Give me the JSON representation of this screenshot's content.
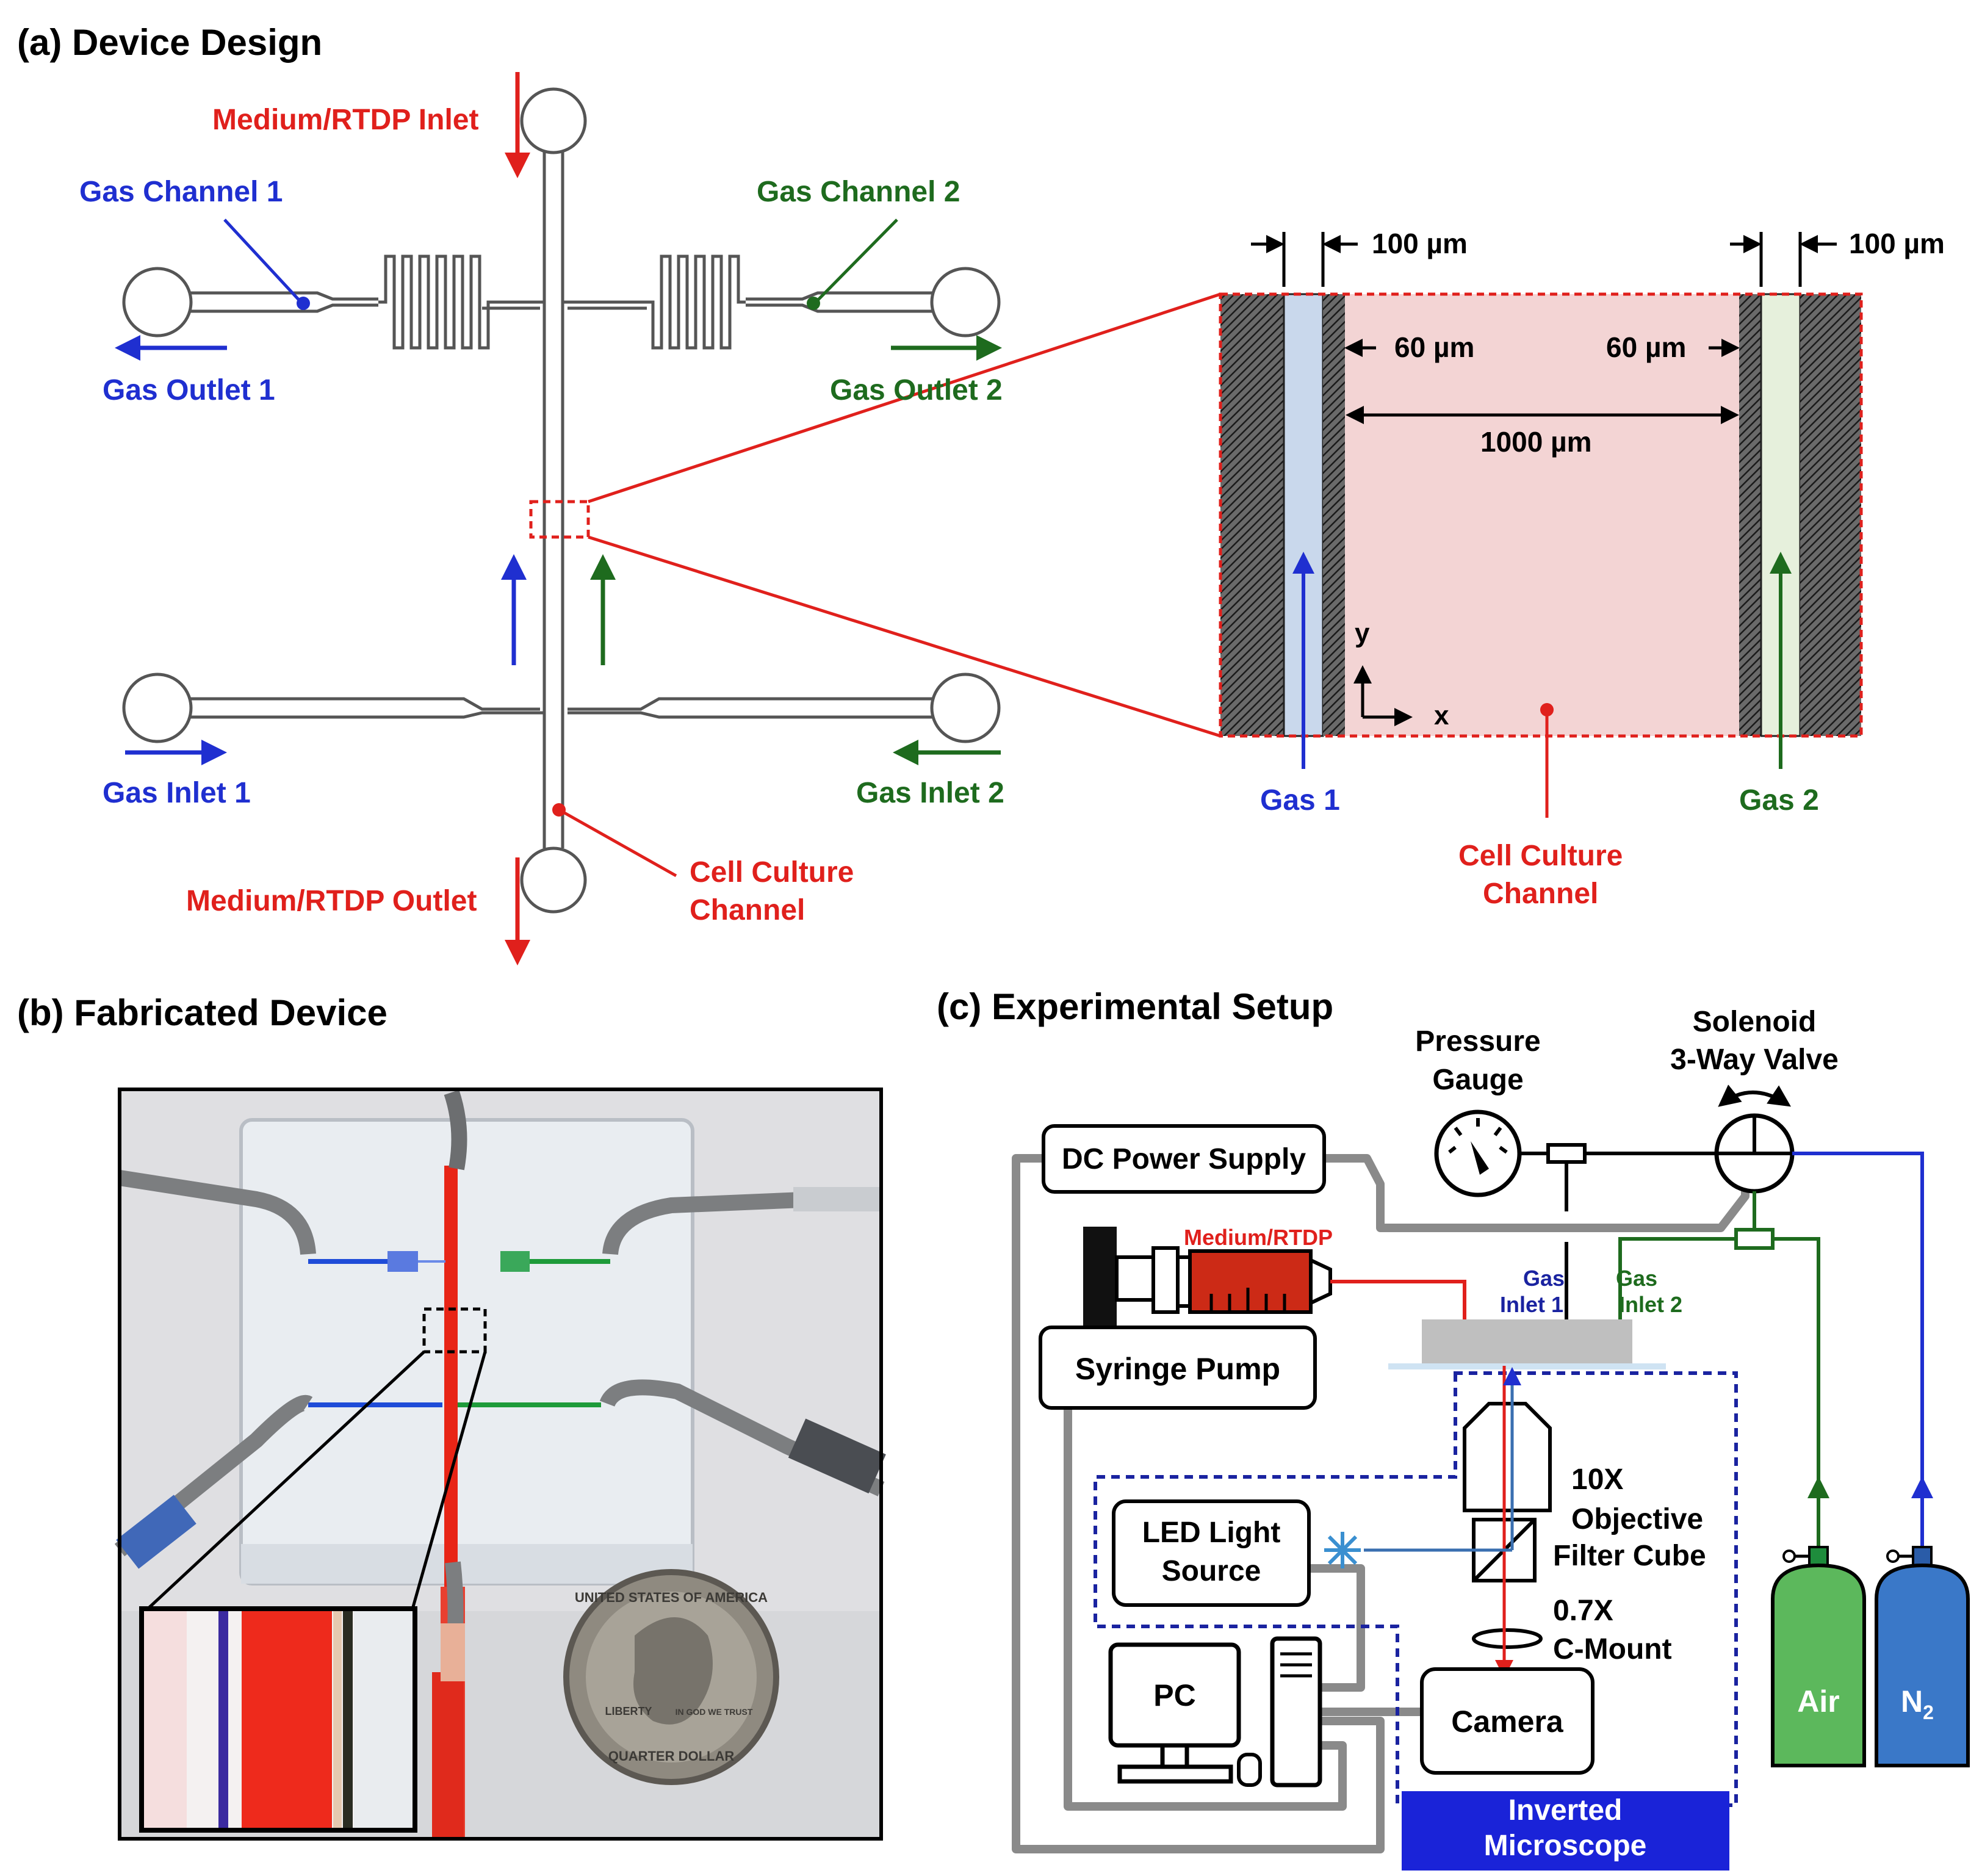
{
  "colors": {
    "red": "#e0201c",
    "blue": "#1f2fd0",
    "green": "#1e6b1e",
    "gray": "#8a8a8a",
    "culture_fill": "#f3d4d4",
    "gas1_fill": "#c9d8ec",
    "gas2_fill": "#e6f0dc",
    "microscope_banner": "#1a23d8"
  },
  "panel_a": {
    "title": "(a) Device Design",
    "labels": {
      "medium_inlet": "Medium/RTDP Inlet",
      "medium_outlet": "Medium/RTDP Outlet",
      "gas_channel_1": "Gas Channel 1",
      "gas_channel_2": "Gas Channel 2",
      "gas_outlet_1": "Gas Outlet 1",
      "gas_outlet_2": "Gas Outlet 2",
      "gas_inlet_1": "Gas Inlet 1",
      "gas_inlet_2": "Gas Inlet 2",
      "cell_culture_1": "Cell Culture",
      "cell_culture_2": "Channel"
    },
    "zoom": {
      "dim_left": "100 µm",
      "dim_right": "100 µm",
      "gap_left": "60 µm",
      "gap_right": "60 µm",
      "width": "1000 µm",
      "axis_y": "y",
      "axis_x": "x",
      "gas1": "Gas 1",
      "gas2": "Gas 2",
      "cell_culture_1": "Cell Culture",
      "cell_culture_2": "Channel"
    }
  },
  "panel_b": {
    "title": "(b) Fabricated Device",
    "coin_top_text": "UNITED STATES OF AMERICA",
    "coin_bottom_text": "QUARTER DOLLAR",
    "coin_left_text": "LIBERTY",
    "coin_right_text": "IN GOD WE TRUST"
  },
  "panel_c": {
    "title": "(c) Experimental Setup",
    "dc_power": "DC Power Supply",
    "syringe_pump": "Syringe Pump",
    "medium": "Medium/RTDP",
    "pressure_1": "Pressure",
    "pressure_2": "Gauge",
    "valve_1": "Solenoid",
    "valve_2": "3-Way Valve",
    "gas_inlet1_a": "Gas",
    "gas_inlet1_b": "Inlet 1",
    "gas_inlet2_a": "Gas",
    "gas_inlet2_b": "Inlet 2",
    "objective_1": "10X",
    "objective_2": "Objective",
    "filter_cube": "Filter Cube",
    "mount_1": "0.7X",
    "mount_2": "C-Mount",
    "led_1": "LED Light",
    "led_2": "Source",
    "pc": "PC",
    "camera": "Camera",
    "air": "Air",
    "n2": "N",
    "n2_sub": "2",
    "microscope_1": "Inverted",
    "microscope_2": "Microscope"
  }
}
